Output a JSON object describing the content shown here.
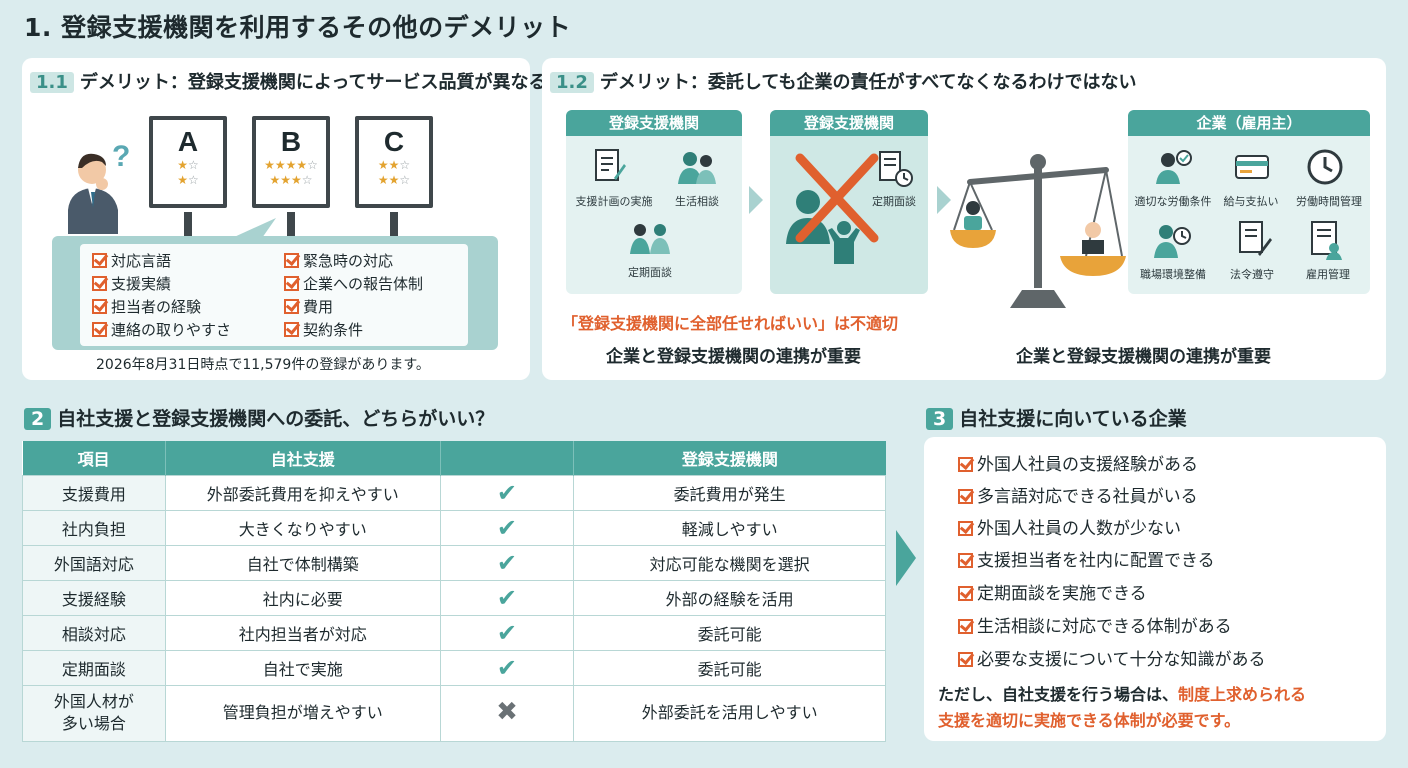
{
  "title": "1. 登録支援機関を利用するその他のデメリット",
  "s11": {
    "num": "1.1",
    "title": "デメリット：登録支援機関によってサービス品質が異なる",
    "boards": [
      {
        "letter": "A",
        "rows": [
          "1",
          "1"
        ]
      },
      {
        "letter": "B",
        "rows": [
          "4",
          "3"
        ]
      },
      {
        "letter": "C",
        "rows": [
          "2",
          "2"
        ]
      }
    ],
    "checklist": [
      "対応言語",
      "支援実績",
      "担当者の経験",
      "連絡の取りやすさ",
      "緊急時の対応",
      "企業への報告体制",
      "費用",
      "契約条件"
    ],
    "footnote": "2026年8月31日時点で11,579件の登録があります。"
  },
  "s12": {
    "num": "1.2",
    "title": "デメリット：委託しても企業の責任がすべてなくなるわけではない",
    "agency_card": {
      "title": "登録支援機関",
      "items": [
        "支援計画の実施",
        "生活相談",
        "定期面談"
      ]
    },
    "crossed_card": {
      "title": "登録支援機関",
      "items": [
        "定期面談"
      ]
    },
    "employer_card": {
      "title": "企業（雇用主）",
      "items": [
        "適切な労働条件",
        "給与支払い",
        "労働時間管理",
        "職場環境整備",
        "法令遵守",
        "雇用管理"
      ]
    },
    "warning": "「登録支援機関に全部任せればいい」は不適切",
    "caption_left": "企業と登録支援機関の連携が重要",
    "caption_right": "企業と登録支援機関の連携が重要"
  },
  "s2": {
    "num": "2",
    "title": "自社支援と登録支援機関への委託、どちらがいい？",
    "headers": [
      "項目",
      "自社支援",
      "",
      "登録支援機関"
    ],
    "rows": [
      {
        "item": "支援費用",
        "self": "外部委託費用を抑えやすい",
        "mark": "check",
        "agency": "委託費用が発生"
      },
      {
        "item": "社内負担",
        "self": "大きくなりやすい",
        "mark": "check",
        "agency": "軽減しやすい"
      },
      {
        "item": "外国語対応",
        "self": "自社で体制構築",
        "mark": "check",
        "agency": "対応可能な機関を選択"
      },
      {
        "item": "支援経験",
        "self": "社内に必要",
        "mark": "check",
        "agency": "外部の経験を活用"
      },
      {
        "item": "相談対応",
        "self": "社内担当者が対応",
        "mark": "check",
        "agency": "委託可能"
      },
      {
        "item": "定期面談",
        "self": "自社で実施",
        "mark": "check",
        "agency": "委託可能"
      },
      {
        "item_line1": "外国人材が",
        "item_line2": "多い場合",
        "self": "管理負担が増えやすい",
        "mark": "cross",
        "agency": "外部委託を活用しやすい"
      }
    ]
  },
  "s3": {
    "num": "3",
    "title": "自社支援に向いている企業",
    "items": [
      "外国人社員の支援経験がある",
      "多言語対応できる社員がいる",
      "外国人社員の人数が少ない",
      "支援担当者を社内に配置できる",
      "定期面談を実施できる",
      "生活相談に対応できる体制がある",
      "必要な支援について十分な知識がある"
    ],
    "note_a": "ただし、自社支援を行う場合は、",
    "note_b": "制度上求められる",
    "note_c": "支援を適切に実施できる体制が必要です。"
  },
  "colors": {
    "teal": "#4aa59c",
    "orange": "#e0602e",
    "bg": "#dbecee"
  }
}
